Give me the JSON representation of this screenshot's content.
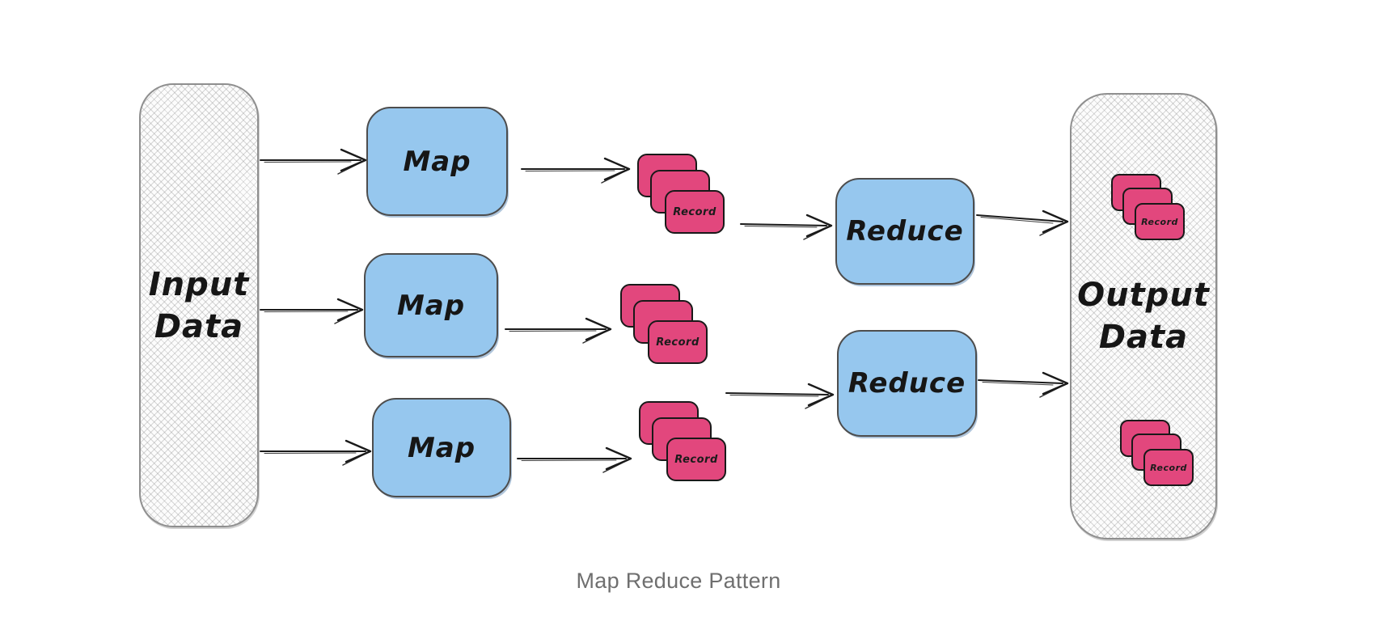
{
  "diagram": {
    "caption": "Map Reduce Pattern",
    "input_container": {
      "label_line1": "Input",
      "label_line2": "Data"
    },
    "output_container": {
      "label_line1": "Output",
      "label_line2": "Data"
    },
    "map_nodes": [
      {
        "label": "Map"
      },
      {
        "label": "Map"
      },
      {
        "label": "Map"
      }
    ],
    "reduce_nodes": [
      {
        "label": "Reduce"
      },
      {
        "label": "Reduce"
      }
    ],
    "record_card_label": "Record",
    "cards_per_stack": 3,
    "colors": {
      "map_reduce_fill": "#96c7ee",
      "record_fill": "#e2477d",
      "container_border": "#8f8f8f",
      "arrow_stroke": "#1a1a1a",
      "caption_text": "#6f6f6f"
    }
  }
}
